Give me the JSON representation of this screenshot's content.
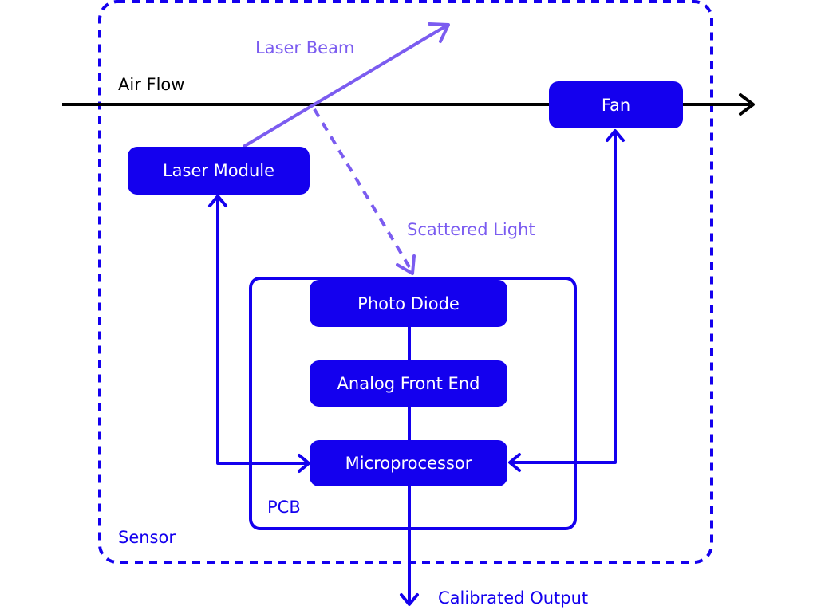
{
  "colors": {
    "primary": "#1400ee",
    "light": "#7b5cf0",
    "black": "#000000",
    "white": "#ffffff"
  },
  "labels": {
    "air_flow": "Air Flow",
    "laser_beam": "Laser Beam",
    "scattered_light": "Scattered Light",
    "sensor": "Sensor",
    "pcb": "PCB",
    "calibrated_output": "Calibrated Output"
  },
  "nodes": {
    "fan": "Fan",
    "laser_module": "Laser Module",
    "photo_diode": "Photo Diode",
    "analog_front_end": "Analog Front End",
    "microprocessor": "Microprocessor"
  }
}
